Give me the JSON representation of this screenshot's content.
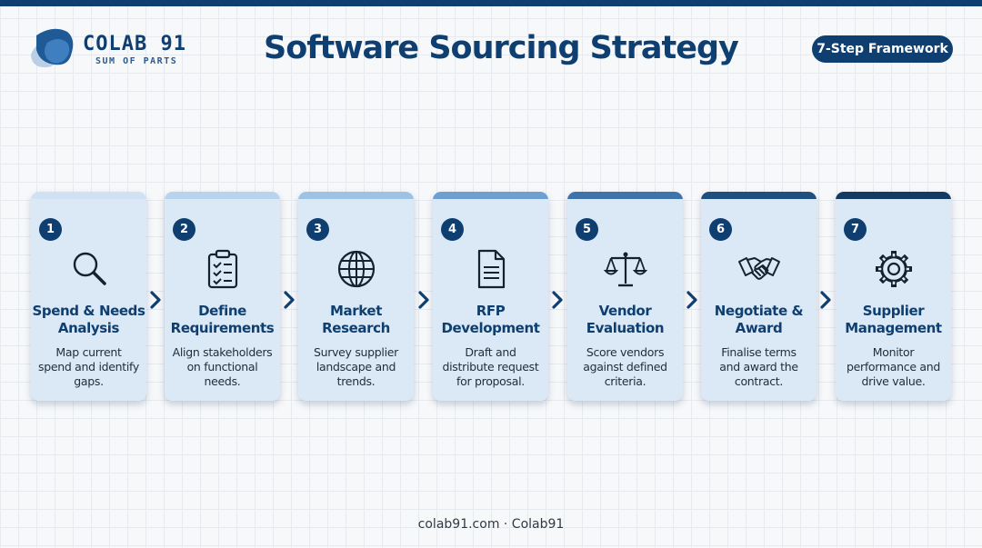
{
  "logo": {
    "name": "COLAB 91",
    "tagline": "SUM OF PARTS"
  },
  "title": "Software Sourcing Strategy",
  "badge": "7-Step Framework",
  "steps": [
    {
      "number": "1",
      "title_line1": "Spend & Needs",
      "title_line2": "Analysis",
      "desc_line1": "Map current",
      "desc_line2": "spend and identify",
      "desc_line3": "gaps.",
      "icon": "magnifying-glass-icon"
    },
    {
      "number": "2",
      "title_line1": "Define",
      "title_line2": "Requirements",
      "desc_line1": "Align stakeholders",
      "desc_line2": "on functional",
      "desc_line3": "needs.",
      "icon": "clipboard-checklist-icon"
    },
    {
      "number": "3",
      "title_line1": "Market",
      "title_line2": "Research",
      "desc_line1": "Survey supplier",
      "desc_line2": "landscape and",
      "desc_line3": "trends.",
      "icon": "globe-icon"
    },
    {
      "number": "4",
      "title_line1": "RFP",
      "title_line2": "Development",
      "desc_line1": "Draft and",
      "desc_line2": "distribute request",
      "desc_line3": "for proposal.",
      "icon": "document-icon"
    },
    {
      "number": "5",
      "title_line1": "Vendor",
      "title_line2": "Evaluation",
      "desc_line1": "Score vendors",
      "desc_line2": "against defined",
      "desc_line3": "criteria.",
      "icon": "scales-icon"
    },
    {
      "number": "6",
      "title_line1": "Negotiate &",
      "title_line2": "Award",
      "desc_line1": "Finalise terms",
      "desc_line2": "and award the",
      "desc_line3": "contract.",
      "icon": "handshake-icon"
    },
    {
      "number": "7",
      "title_line1": "Supplier",
      "title_line2": "Management",
      "desc_line1": "Monitor",
      "desc_line2": "performance and",
      "desc_line3": "drive value.",
      "icon": "gear-icon"
    }
  ],
  "footer": "colab91.com · Colab91",
  "colors": {
    "primary": "#0f3f70",
    "step_bands": [
      "#cfe1f3",
      "#b8d3ee",
      "#9ec2e4",
      "#6d9fd0",
      "#3f74aa",
      "#1f4f80",
      "#123a62"
    ],
    "card_body": "#dbe8f5"
  }
}
